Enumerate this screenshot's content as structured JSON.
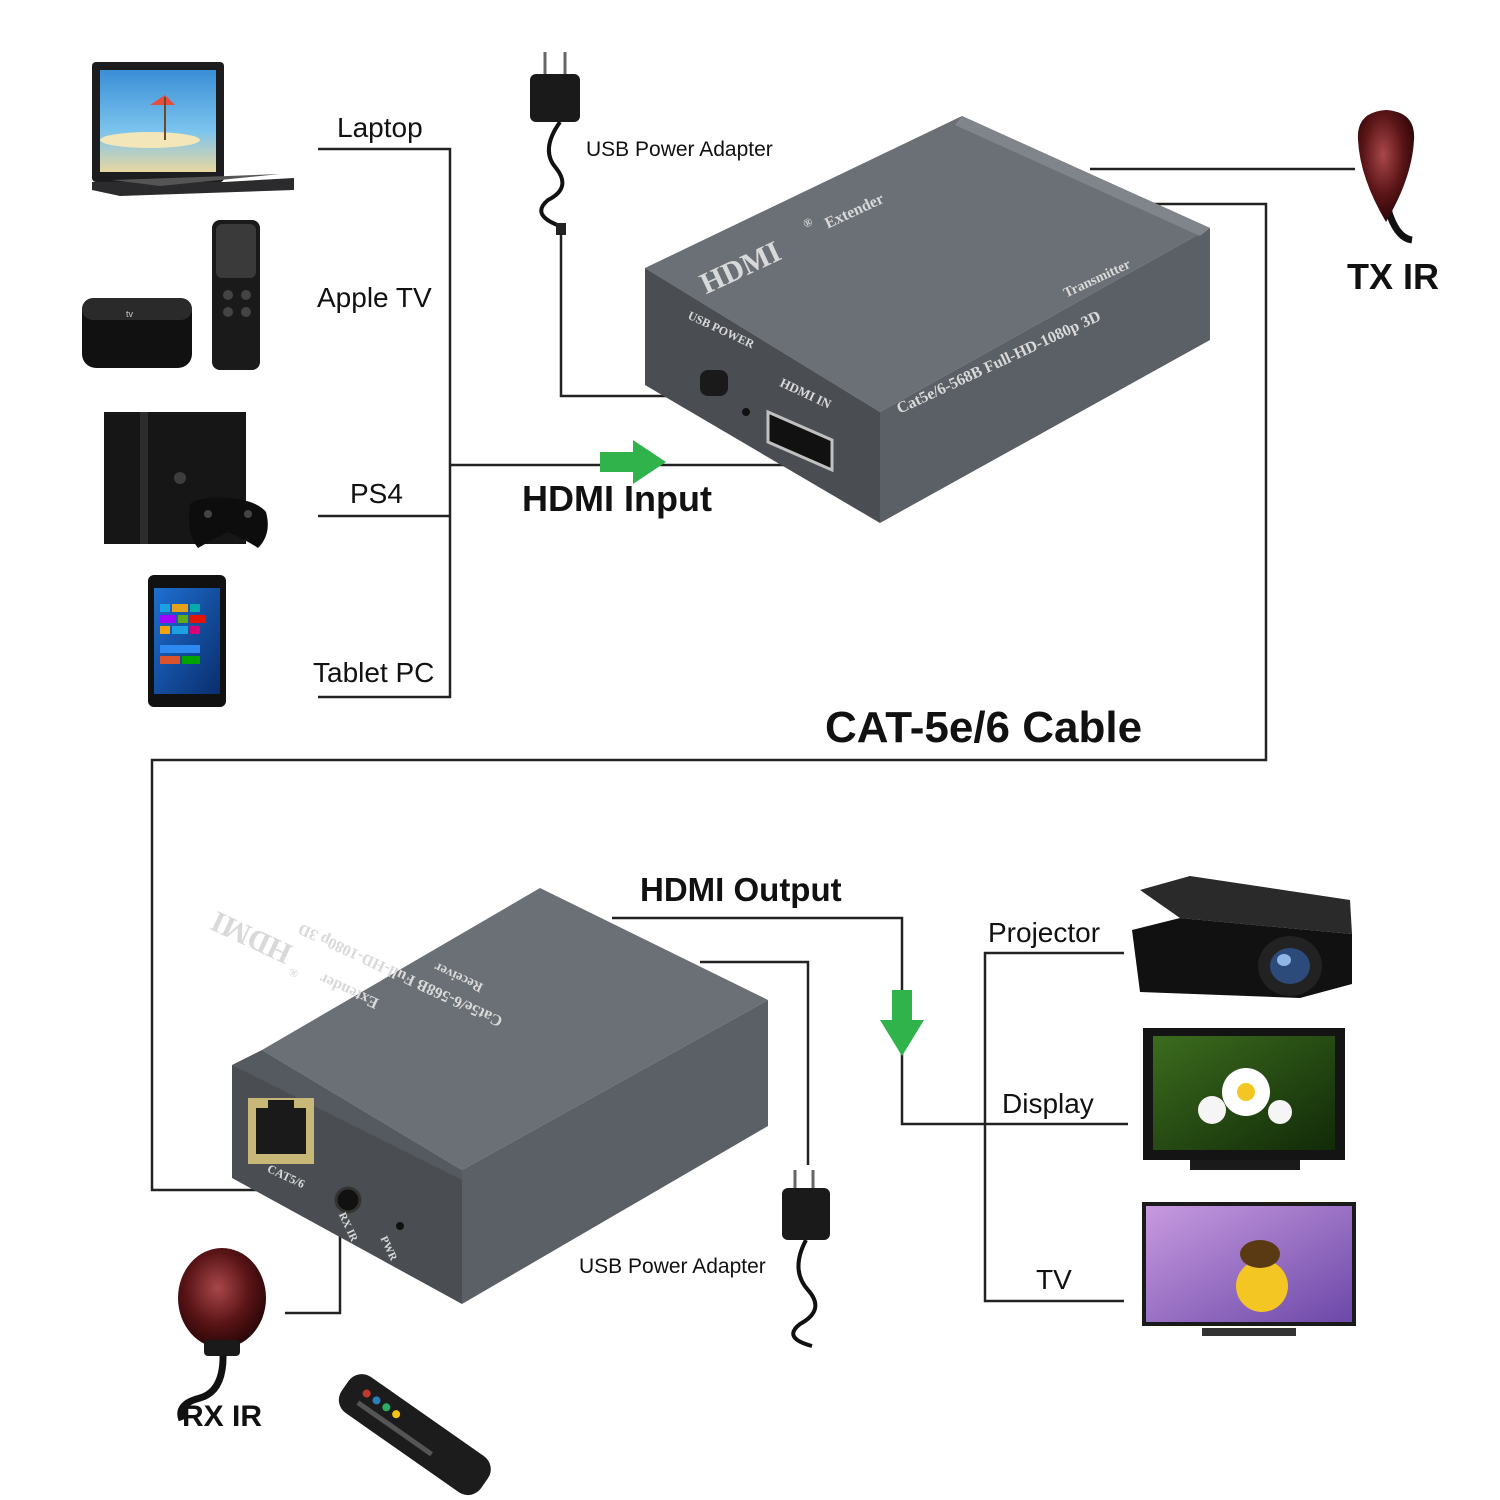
{
  "sources": {
    "laptop": "Laptop",
    "apple_tv": "Apple TV",
    "ps4": "PS4",
    "tablet": "Tablet PC"
  },
  "transmitter": {
    "brand": "HDMI",
    "reg_mark": "®",
    "product": "Extender",
    "spec": "Cat5e/6-568B Full-HD-1080p 3D",
    "role": "Transmitter",
    "port_power": "USB POWER",
    "port_hdmi": "HDMI IN"
  },
  "receiver": {
    "brand": "HDMI",
    "reg_mark": "®",
    "product": "Extender",
    "spec": "Cat5e/6-568B Full-HD-1080p 3D",
    "role": "Receiver",
    "port_cat": "CAT5/6",
    "port_rxir": "RX IR",
    "port_pwr": "PWR"
  },
  "labels": {
    "usb_adapter_top": "USB Power Adapter",
    "usb_adapter_bottom": "USB Power Adapter",
    "hdmi_input": "HDMI Input",
    "hdmi_output": "HDMI Output",
    "cable": "CAT-5e/6 Cable",
    "tx_ir": "TX IR",
    "rx_ir": "RX IR"
  },
  "outputs": {
    "projector": "Projector",
    "display": "Display",
    "tv": "TV"
  },
  "colors": {
    "box": "#5b6066",
    "box_top": "#6b7076",
    "arrow": "#2fb34a",
    "line": "#222222"
  }
}
